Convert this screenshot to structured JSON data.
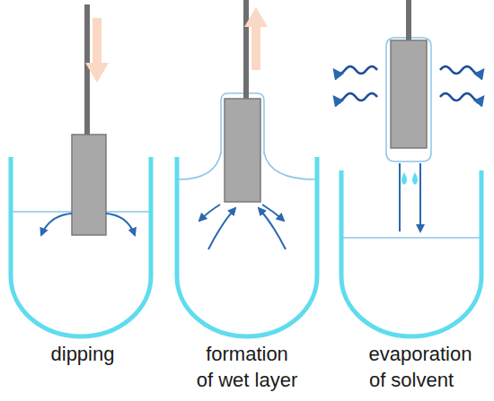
{
  "diagram": {
    "labels": [
      "dipping",
      "formation of wet layer",
      "evaporation of solvent"
    ]
  }
}
